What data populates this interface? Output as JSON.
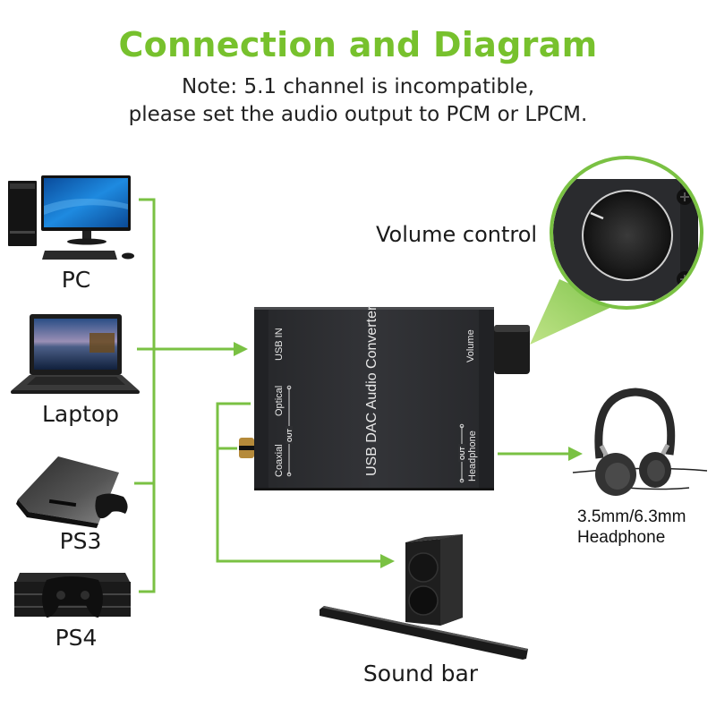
{
  "header": {
    "title": "Connection and Diagram",
    "note_line1": "Note: 5.1 channel is incompatible,",
    "note_line2": "please set the audio output to PCM or LPCM."
  },
  "sources": [
    {
      "label": "PC",
      "icon": "desktop-pc-icon"
    },
    {
      "label": "Laptop",
      "icon": "laptop-icon"
    },
    {
      "label": "PS3",
      "icon": "ps3-console-icon"
    },
    {
      "label": "PS4",
      "icon": "ps4-console-icon"
    }
  ],
  "device": {
    "name": "USB DAC Audio Converter",
    "port_usb_in": "USB IN",
    "port_optical": "Optical",
    "port_coaxial": "Coaxial",
    "port_out_left": "OUT",
    "port_volume": "Volume",
    "port_headphone": "Headphone",
    "port_out_right": "OUT"
  },
  "callout": {
    "label": "Volume control",
    "icon": "volume-knob-icon"
  },
  "outputs": {
    "headphone_line1": "3.5mm/6.3mm",
    "headphone_line2": "Headphone",
    "soundbar_label": "Sound bar"
  },
  "colors": {
    "accent_green": "#7ac143",
    "title_green": "#77c12d",
    "device_body": "#2b2c2e",
    "text": "#1a1a1a"
  }
}
